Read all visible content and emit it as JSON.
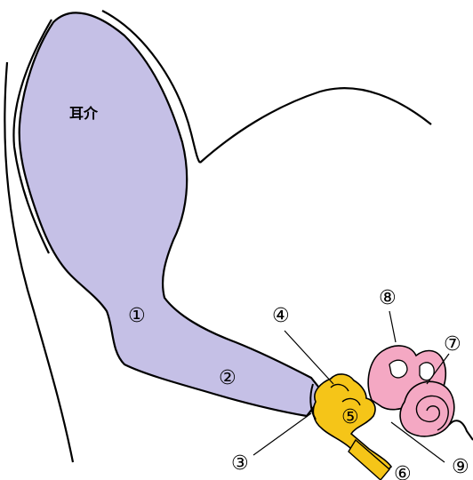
{
  "diagram": {
    "title_label": "耳介",
    "markers": [
      "①",
      "②",
      "③",
      "④",
      "⑤",
      "⑥",
      "⑦",
      "⑧",
      "⑨"
    ]
  },
  "colors": {
    "outer_ear": "#c5c0e6",
    "ossicles": "#f5c518",
    "inner_ear": "#f4a8c3",
    "outline": "#000000"
  }
}
